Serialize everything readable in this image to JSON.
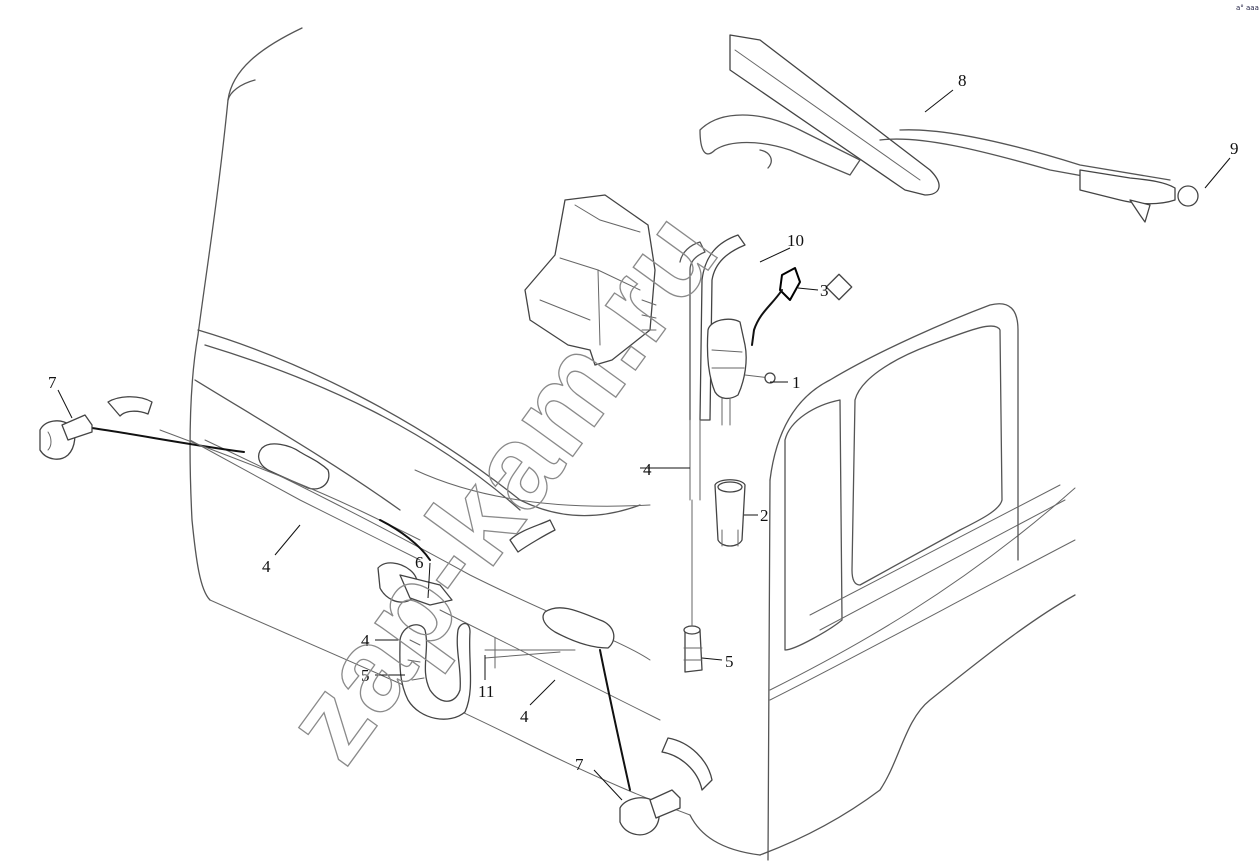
{
  "diagram": {
    "callouts": [
      {
        "id": "c1",
        "label": "1"
      },
      {
        "id": "c2",
        "label": "2"
      },
      {
        "id": "c3",
        "label": "3"
      },
      {
        "id": "c4a",
        "label": "4"
      },
      {
        "id": "c4b",
        "label": "4"
      },
      {
        "id": "c4c",
        "label": "4"
      },
      {
        "id": "c4d",
        "label": "4"
      },
      {
        "id": "c5a",
        "label": "5"
      },
      {
        "id": "c5b",
        "label": "5"
      },
      {
        "id": "c6",
        "label": "6"
      },
      {
        "id": "c7a",
        "label": "7"
      },
      {
        "id": "c7b",
        "label": "7"
      },
      {
        "id": "c8",
        "label": "8"
      },
      {
        "id": "c9",
        "label": "9"
      },
      {
        "id": "c10",
        "label": "10"
      },
      {
        "id": "c11",
        "label": "11"
      }
    ]
  },
  "watermark": {
    "text": "zap-kam.ru"
  },
  "corner_mark": {
    "text": "a° aaa"
  }
}
